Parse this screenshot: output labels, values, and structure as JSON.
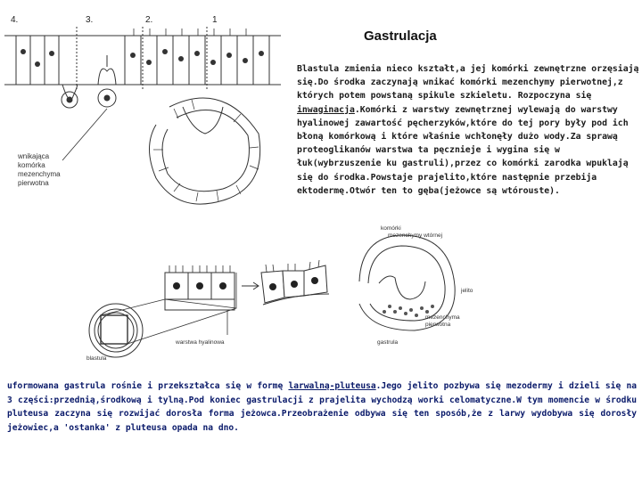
{
  "title": "Gastrulacja",
  "stage_numbers": [
    "4.",
    "3.",
    "2.",
    "1"
  ],
  "diagram_labels": {
    "wnikajaca_komorka": [
      "wnikająca",
      "komórka",
      "mezenchyma",
      "pierwotna"
    ],
    "blastula": "blastula",
    "warstwa_hyalinowa": "warstwa hyalinowa",
    "komorki_mezenchymy_wtornej": [
      "komórki",
      "mezenchymy wtórnej"
    ],
    "jelito": "jelito",
    "mezenchyma_pierwotna": [
      "mezenchyma",
      "pierwotna"
    ],
    "gastrula": "gastrula"
  },
  "top_paragraph": {
    "part1": "Blastula zmienia nieco kształt,a jej komórki zewnętrzne orzęsiają się.Do środka zaczynają wnikać komórki mezenchymy pierwotnej,z których potem powstaną spikule szkieletu. Rozpoczyna się ",
    "term": "inwaginacja",
    "part2": ".Komórki z warstwy zewnętrznej wylewają do warstwy hyalinowej zawartość pęcherzyków,które do tej pory były pod ich błoną komórkową i które właśnie wchłonęły dużo wody.Za sprawą proteoglikanów warstwa ta pęcznieje i wygina się w łuk(wybrzuszenie ku gastruli),przez co komórki zarodka wpuklają się do środka.Powstaje prajelito,które następnie przebija ektodermę.Otwór ten to gęba(jeżowce są wtórouste)."
  },
  "bottom_paragraph": {
    "part1": "uformowana gastrula rośnie i przekształca się w formę ",
    "term": "larwalną-pluteusa",
    "part2": ".Jego jelito pozbywa się mezodermy i dzieli się na 3 części:przednią,środkową i tylną.Pod koniec gastrulacji z prajelita wychodzą worki celomatyczne.W tym momencie w środku pluteusa zaczyna się rozwijać dorosła forma jeżowca.Przeobrażenie odbywa się ten sposób,że z larwy wydobywa się dorosły jeżowiec,a 'ostanka' z pluteusa opada na dno."
  }
}
